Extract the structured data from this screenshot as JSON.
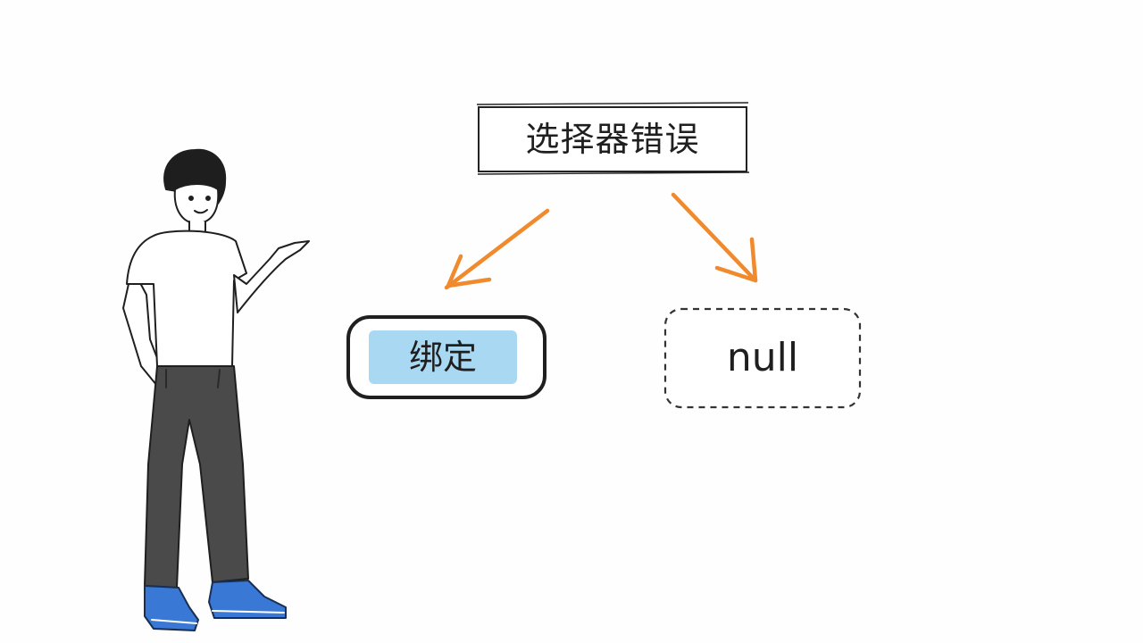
{
  "diagram": {
    "title": "选择器错误",
    "outcomes": [
      {
        "label": "绑定",
        "style": "highlighted"
      },
      {
        "label": "null",
        "style": "dashed"
      }
    ]
  },
  "colors": {
    "arrow": "#f08a2c",
    "highlight": "#a9d8f3",
    "ink": "#1f1f1f",
    "shoe": "#3a78d6",
    "pants": "#4a4a4a"
  },
  "illustration": {
    "figure": "person-pointing"
  }
}
